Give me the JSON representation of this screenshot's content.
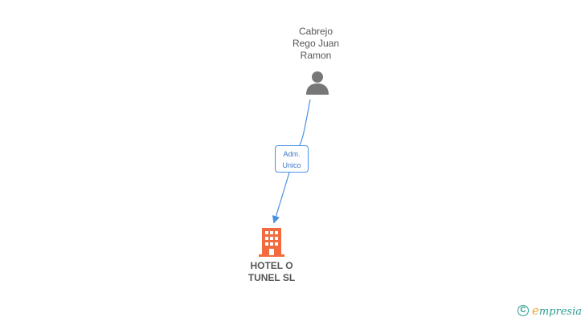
{
  "person": {
    "name_lines": [
      "Cabrejo",
      "Rego Juan",
      "Ramon"
    ],
    "icon": "person-icon",
    "icon_color": "#777777"
  },
  "relation": {
    "label_lines": [
      "Adm.",
      "Unico"
    ],
    "color": "#4a90e2"
  },
  "company": {
    "name_lines": [
      "HOTEL O",
      "TUNEL SL"
    ],
    "icon": "building-icon",
    "icon_color": "#f26a3d"
  },
  "brand": {
    "copyright_symbol": "C",
    "first_letter": "e",
    "rest": "mpresia",
    "color": "#2a9d8f",
    "accent": "#f2a21b"
  }
}
